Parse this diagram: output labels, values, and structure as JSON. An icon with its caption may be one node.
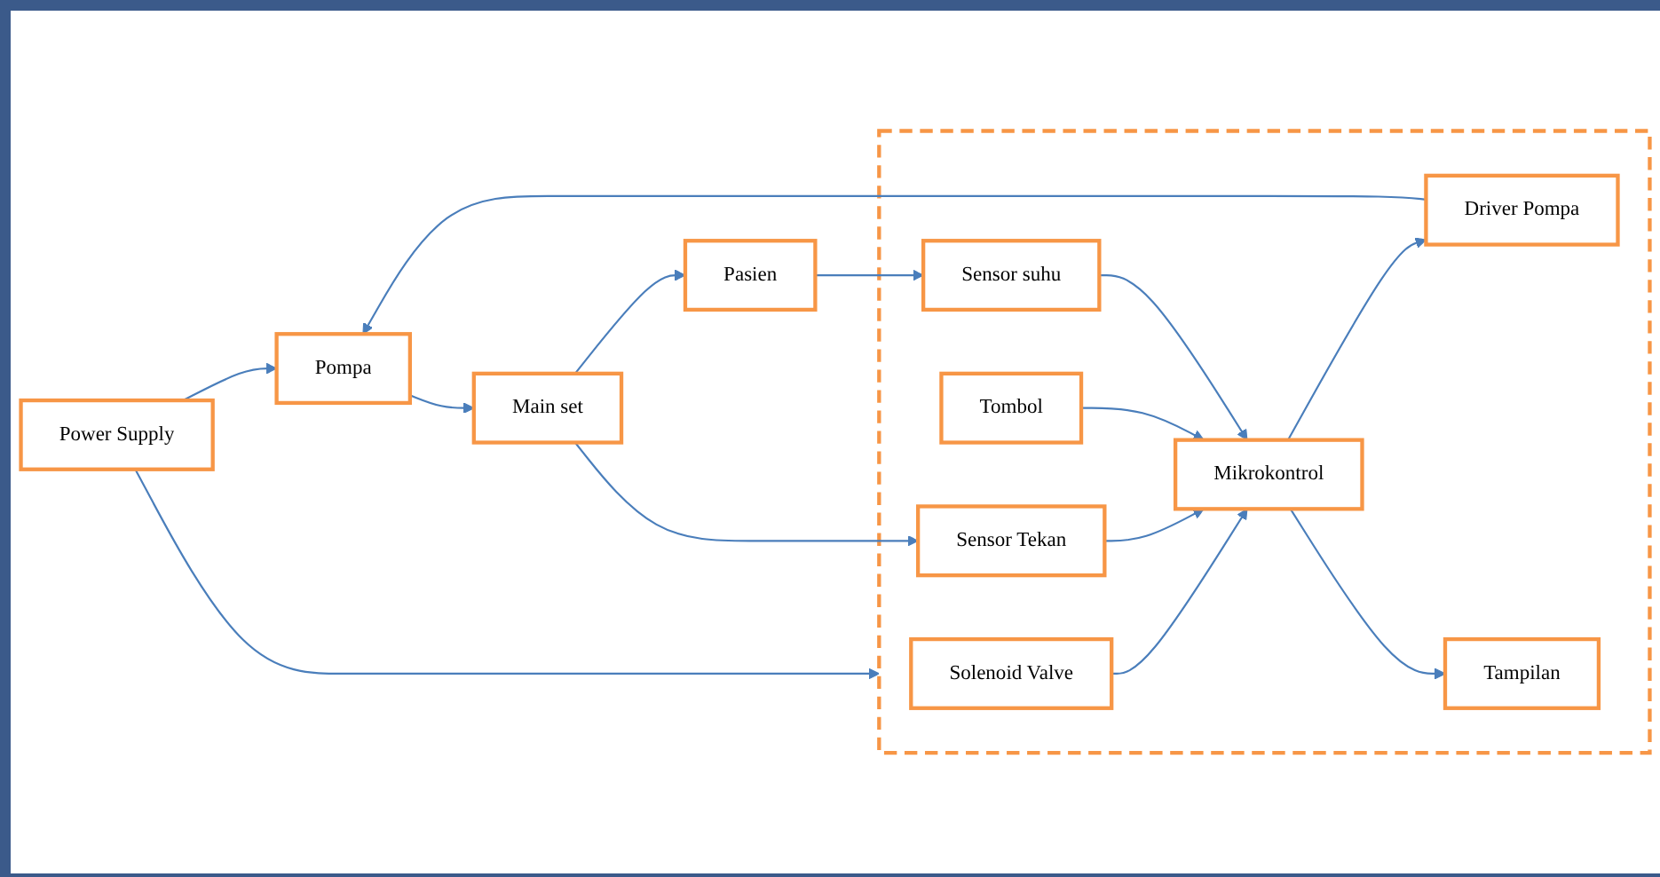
{
  "diagram": {
    "nodes": [
      {
        "text": [
          "Power Supply"
        ]
      },
      {
        "text": [],
        "shape": "box"
      },
      {
        "text": [
          "Solenoid Valve"
        ],
        "in": 1
      },
      {
        "text": [
          "Mikrokontrol"
        ],
        "in": 1
      },
      {
        "text": [
          "Sensor Tekan"
        ],
        "in": 1
      },
      {
        "text": [
          "Tombol"
        ],
        "in": 1
      },
      {
        "text": [
          "Driver Pompa"
        ],
        "in": 1
      },
      {
        "text": [
          "Tampilan"
        ],
        "in": 1
      },
      {
        "text": [
          "Sensor suhu"
        ],
        "in": 1
      },
      {
        "text": [
          "Main set"
        ]
      },
      {
        "text": [
          "Pompa"
        ]
      },
      {
        "text": [
          "Pasien"
        ]
      }
    ],
    "edges": [
      {
        "from": 0,
        "to": 1,
        "arrow": "to"
      },
      {
        "from": 0,
        "to": 10,
        "arrow": "to"
      },
      {
        "from": 2,
        "to": 3,
        "arrow": "to"
      },
      {
        "from": 9,
        "to": 4,
        "arrow": "to"
      },
      {
        "from": 4,
        "to": 3,
        "arrow": "to"
      },
      {
        "from": 5,
        "to": 3,
        "arrow": "to"
      },
      {
        "from": 3,
        "to": 6,
        "arrow": "to"
      },
      {
        "from": 3,
        "to": 7,
        "arrow": "to"
      },
      {
        "from": 6,
        "to": 10,
        "arrow": "to"
      },
      {
        "from": 10,
        "to": 9,
        "arrow": "to"
      },
      {
        "from": 9,
        "to": 11,
        "arrow": "to"
      },
      {
        "from": 11,
        "to": 8,
        "arrow": "to"
      },
      {
        "from": 8,
        "to": 3,
        "arrow": "to"
      }
    ]
  }
}
